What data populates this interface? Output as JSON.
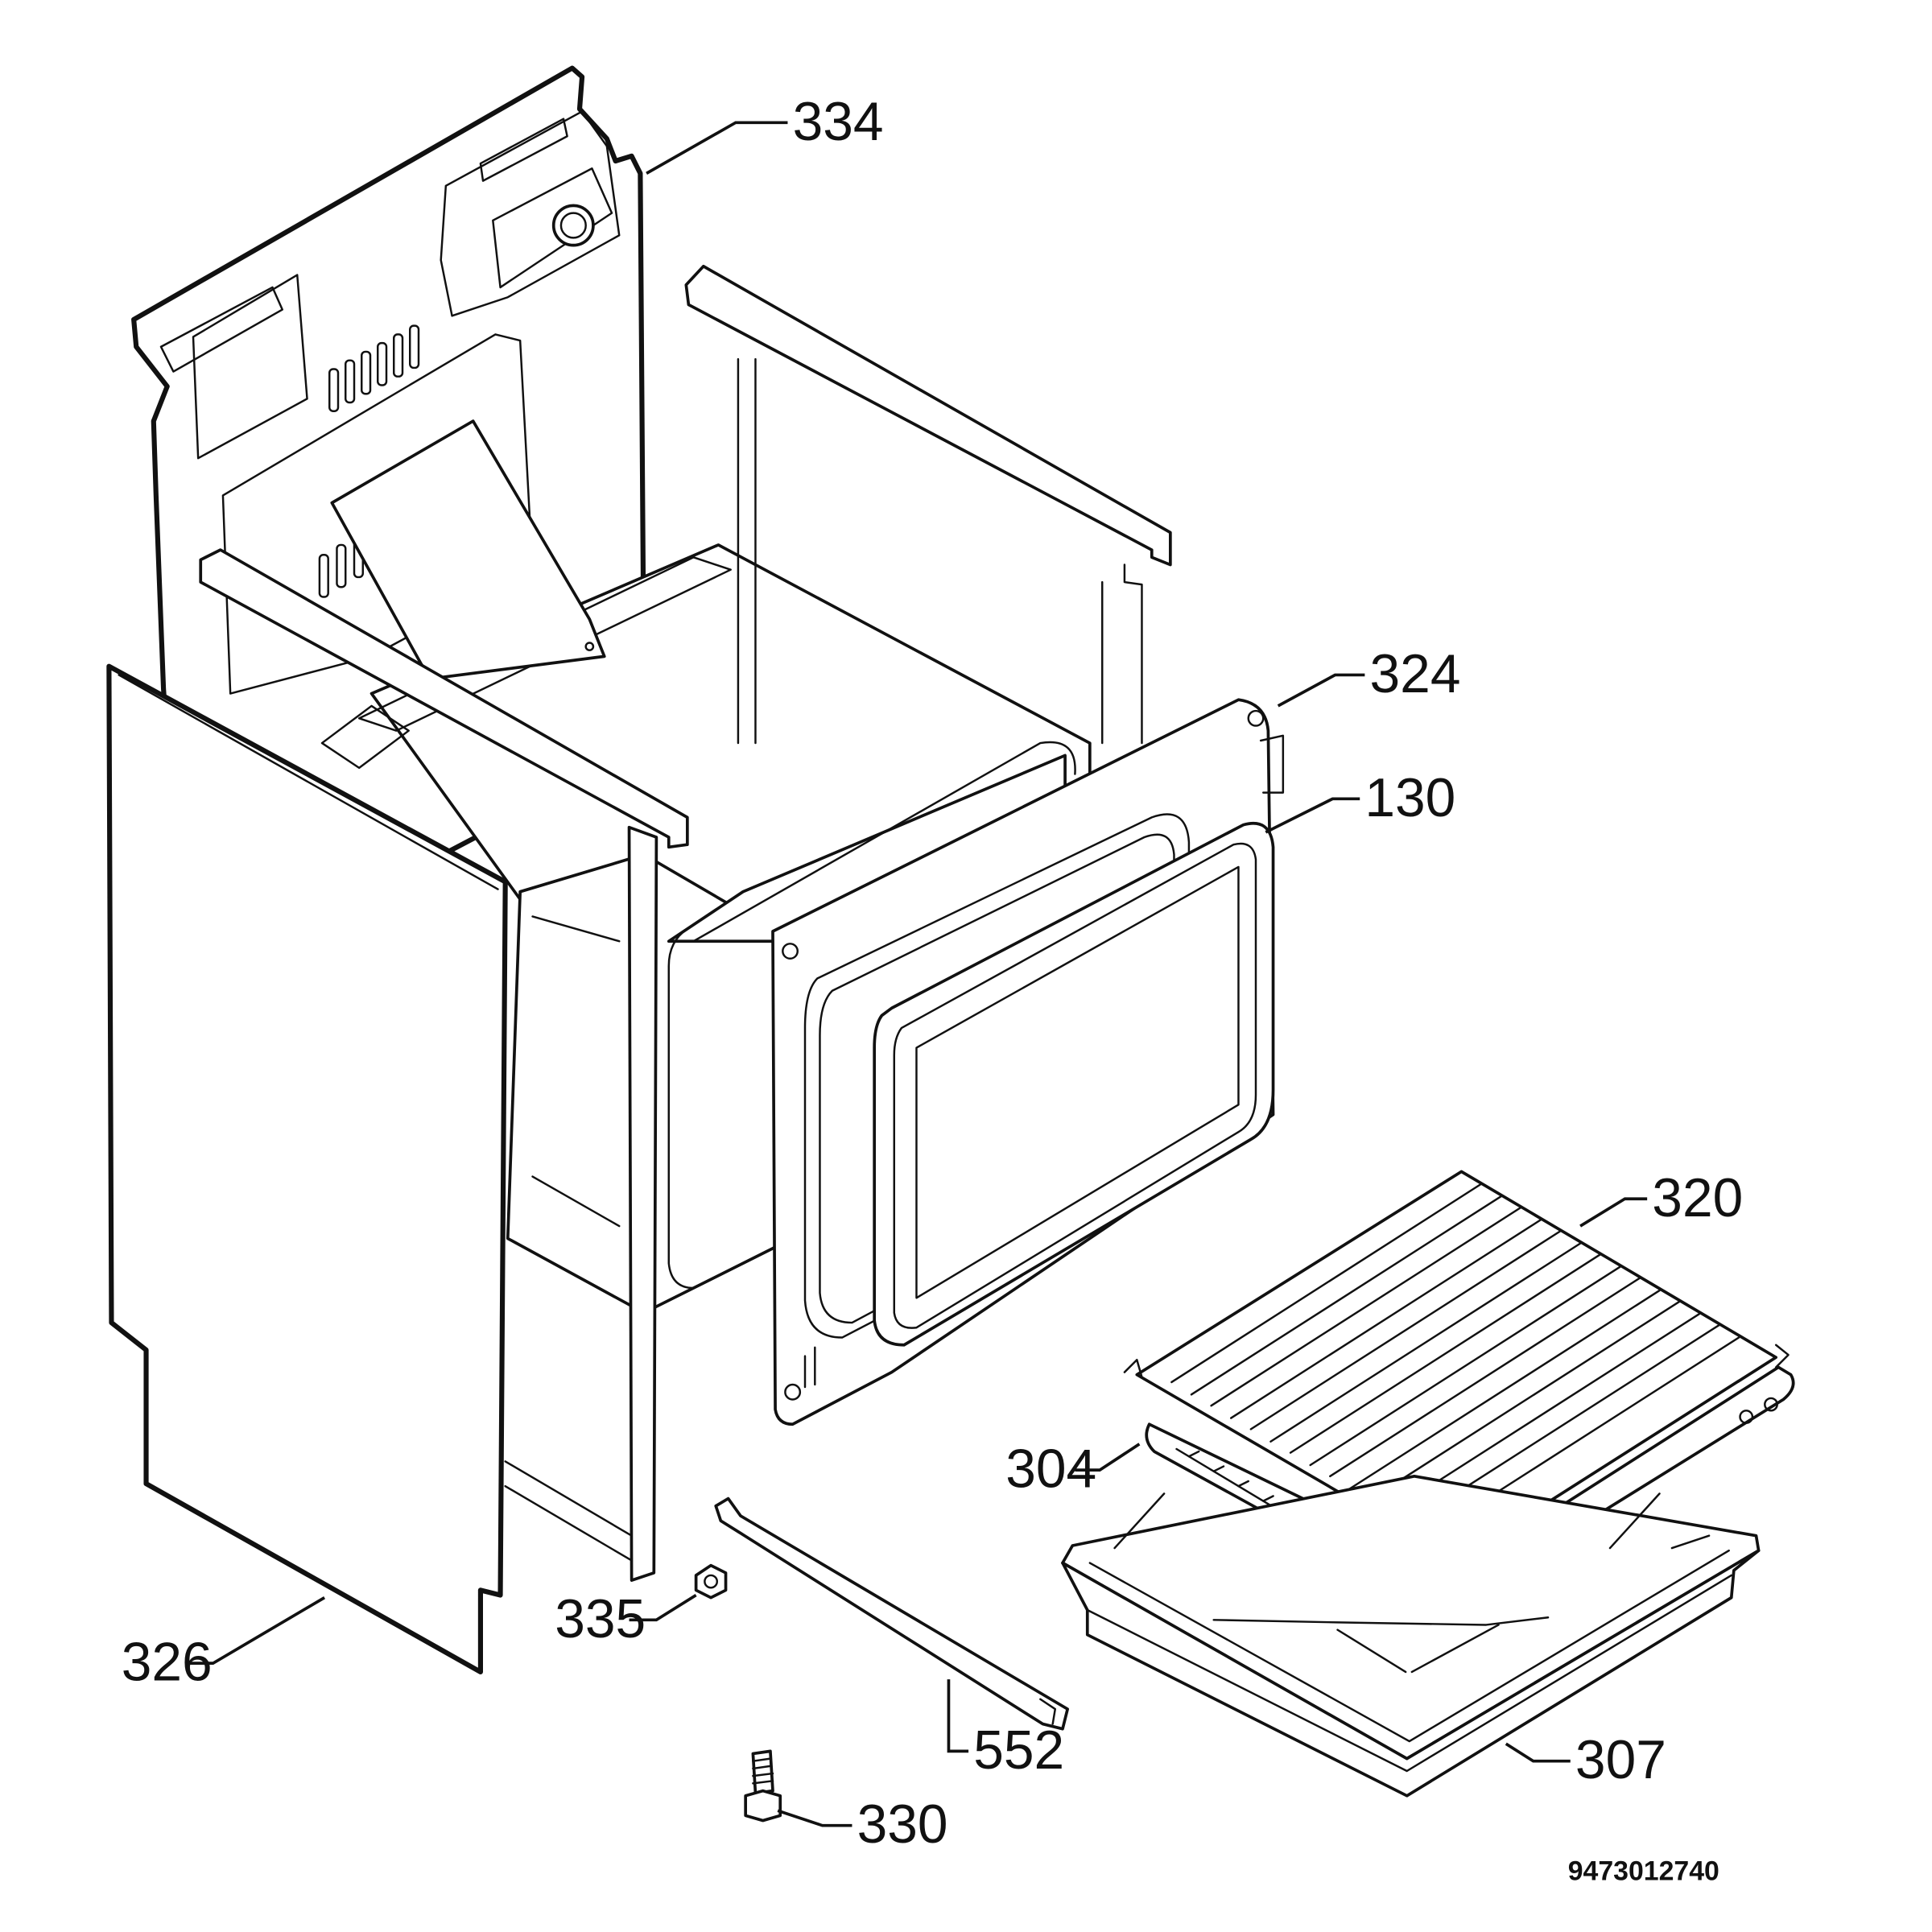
{
  "diagram": {
    "document_number": "9473012740",
    "parts": [
      {
        "id": "back_panel",
        "label": "334"
      },
      {
        "id": "side_panel_right",
        "label": "324"
      },
      {
        "id": "door_seal",
        "label": "130"
      },
      {
        "id": "wire_shelf",
        "label": "320"
      },
      {
        "id": "grill_pan",
        "label": "304"
      },
      {
        "id": "baking_tray",
        "label": "307"
      },
      {
        "id": "side_panel_left",
        "label": "326"
      },
      {
        "id": "nut",
        "label": "335"
      },
      {
        "id": "shelf_runner",
        "label": "552"
      },
      {
        "id": "screw",
        "label": "330"
      }
    ]
  }
}
